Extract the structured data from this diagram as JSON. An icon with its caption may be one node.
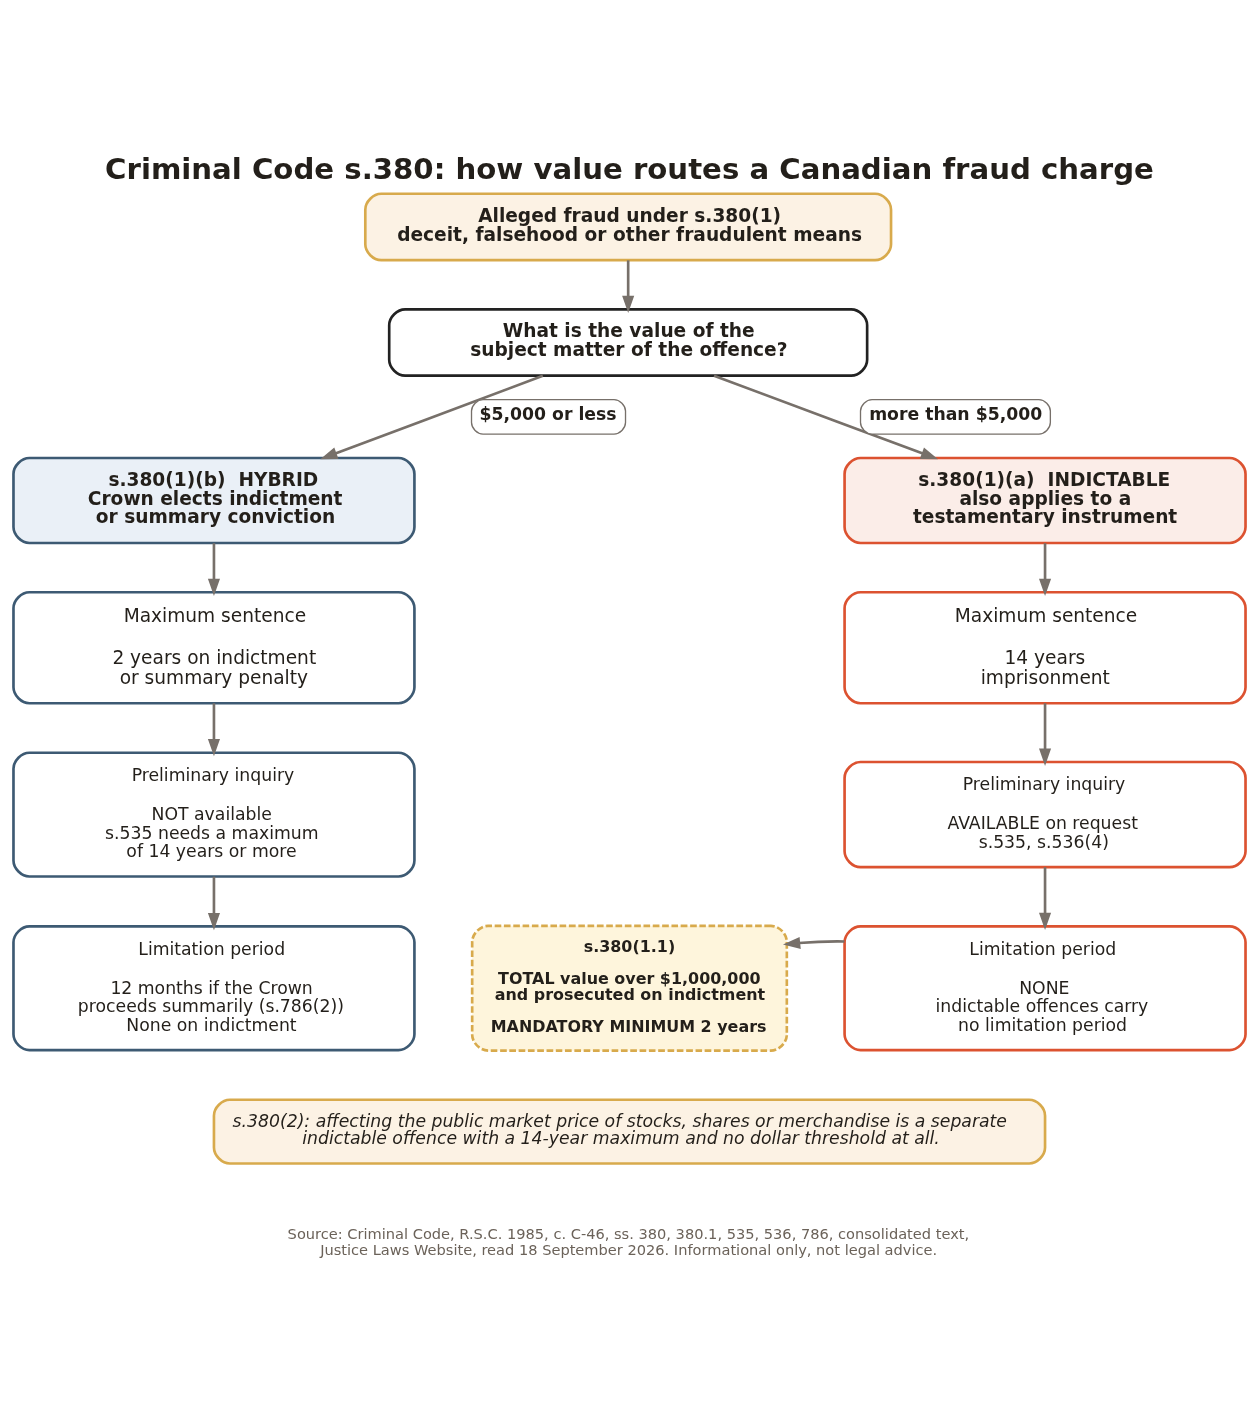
{
  "diagram": {
    "title": "Criminal Code s.380: how value routes a Canadian fraud charge",
    "caption": "Source: Criminal Code, R.S.C. 1985, c. C-46, ss. 380, 380.1, 535, 536, 786, consolidated text, Justice Laws Website, read 18 September 2026. Informational only, not legal advice.",
    "nodes": [
      {
        "text": [
          "Alleged fraud under s.380(1)",
          "deceit, falsehood or other fraudulent means"
        ]
      },
      {
        "text": [
          "What is the value of the subject matter of the offence?"
        ]
      },
      {
        "text": [
          "s.380(1)(b)  HYBRID",
          "Crown elects indictment or summary conviction"
        ]
      },
      {
        "text": [
          "s.380(1)(a)  INDICTABLE",
          "also applies to a testamentary instrument"
        ]
      },
      {
        "text": [
          "Maximum sentence",
          "2 years on indictment or summary penalty"
        ]
      },
      {
        "text": [
          "Maximum sentence",
          "14 years imprisonment"
        ]
      },
      {
        "text": [
          "Preliminary inquiry",
          "NOT available",
          "s.535 needs a maximum of 14 years or more"
        ]
      },
      {
        "text": [
          "Preliminary inquiry",
          "AVAILABLE on request",
          "s.535, s.536(4)"
        ]
      },
      {
        "text": [
          "Limitation period",
          "12 months if the Crown proceeds summarily (s.786(2))",
          "None on indictment"
        ]
      },
      {
        "text": [
          "s.380(1.1)",
          "TOTAL value over $1,000,000 and prosecuted on indictment",
          "MANDATORY MINIMUM 2 years"
        ]
      },
      {
        "text": [
          "Limitation period",
          "NONE",
          "indictable offences carry no limitation period"
        ]
      },
      {
        "text": [
          "s.380(2): affecting the public market price of stocks, shares or merchandise is a separate indictable offence with a 14-year maximum and no dollar threshold at all."
        ]
      }
    ],
    "edges": [
      {
        "from": 0,
        "to": 1,
        "arrow": "to"
      },
      {
        "from": 1,
        "to": 2,
        "arrow": "to",
        "label": "$5,000 or less"
      },
      {
        "from": 1,
        "to": 3,
        "arrow": "to",
        "label": "more than $5,000"
      },
      {
        "from": 2,
        "to": 4,
        "arrow": "to"
      },
      {
        "from": 3,
        "to": 5,
        "arrow": "to"
      },
      {
        "from": 4,
        "to": 6,
        "arrow": "to"
      },
      {
        "from": 5,
        "to": 7,
        "arrow": "to"
      },
      {
        "from": 6,
        "to": 8,
        "arrow": "to"
      },
      {
        "from": 7,
        "to": 10,
        "arrow": "to"
      },
      {
        "from": 10,
        "to": 9,
        "arrow": "to"
      }
    ]
  }
}
